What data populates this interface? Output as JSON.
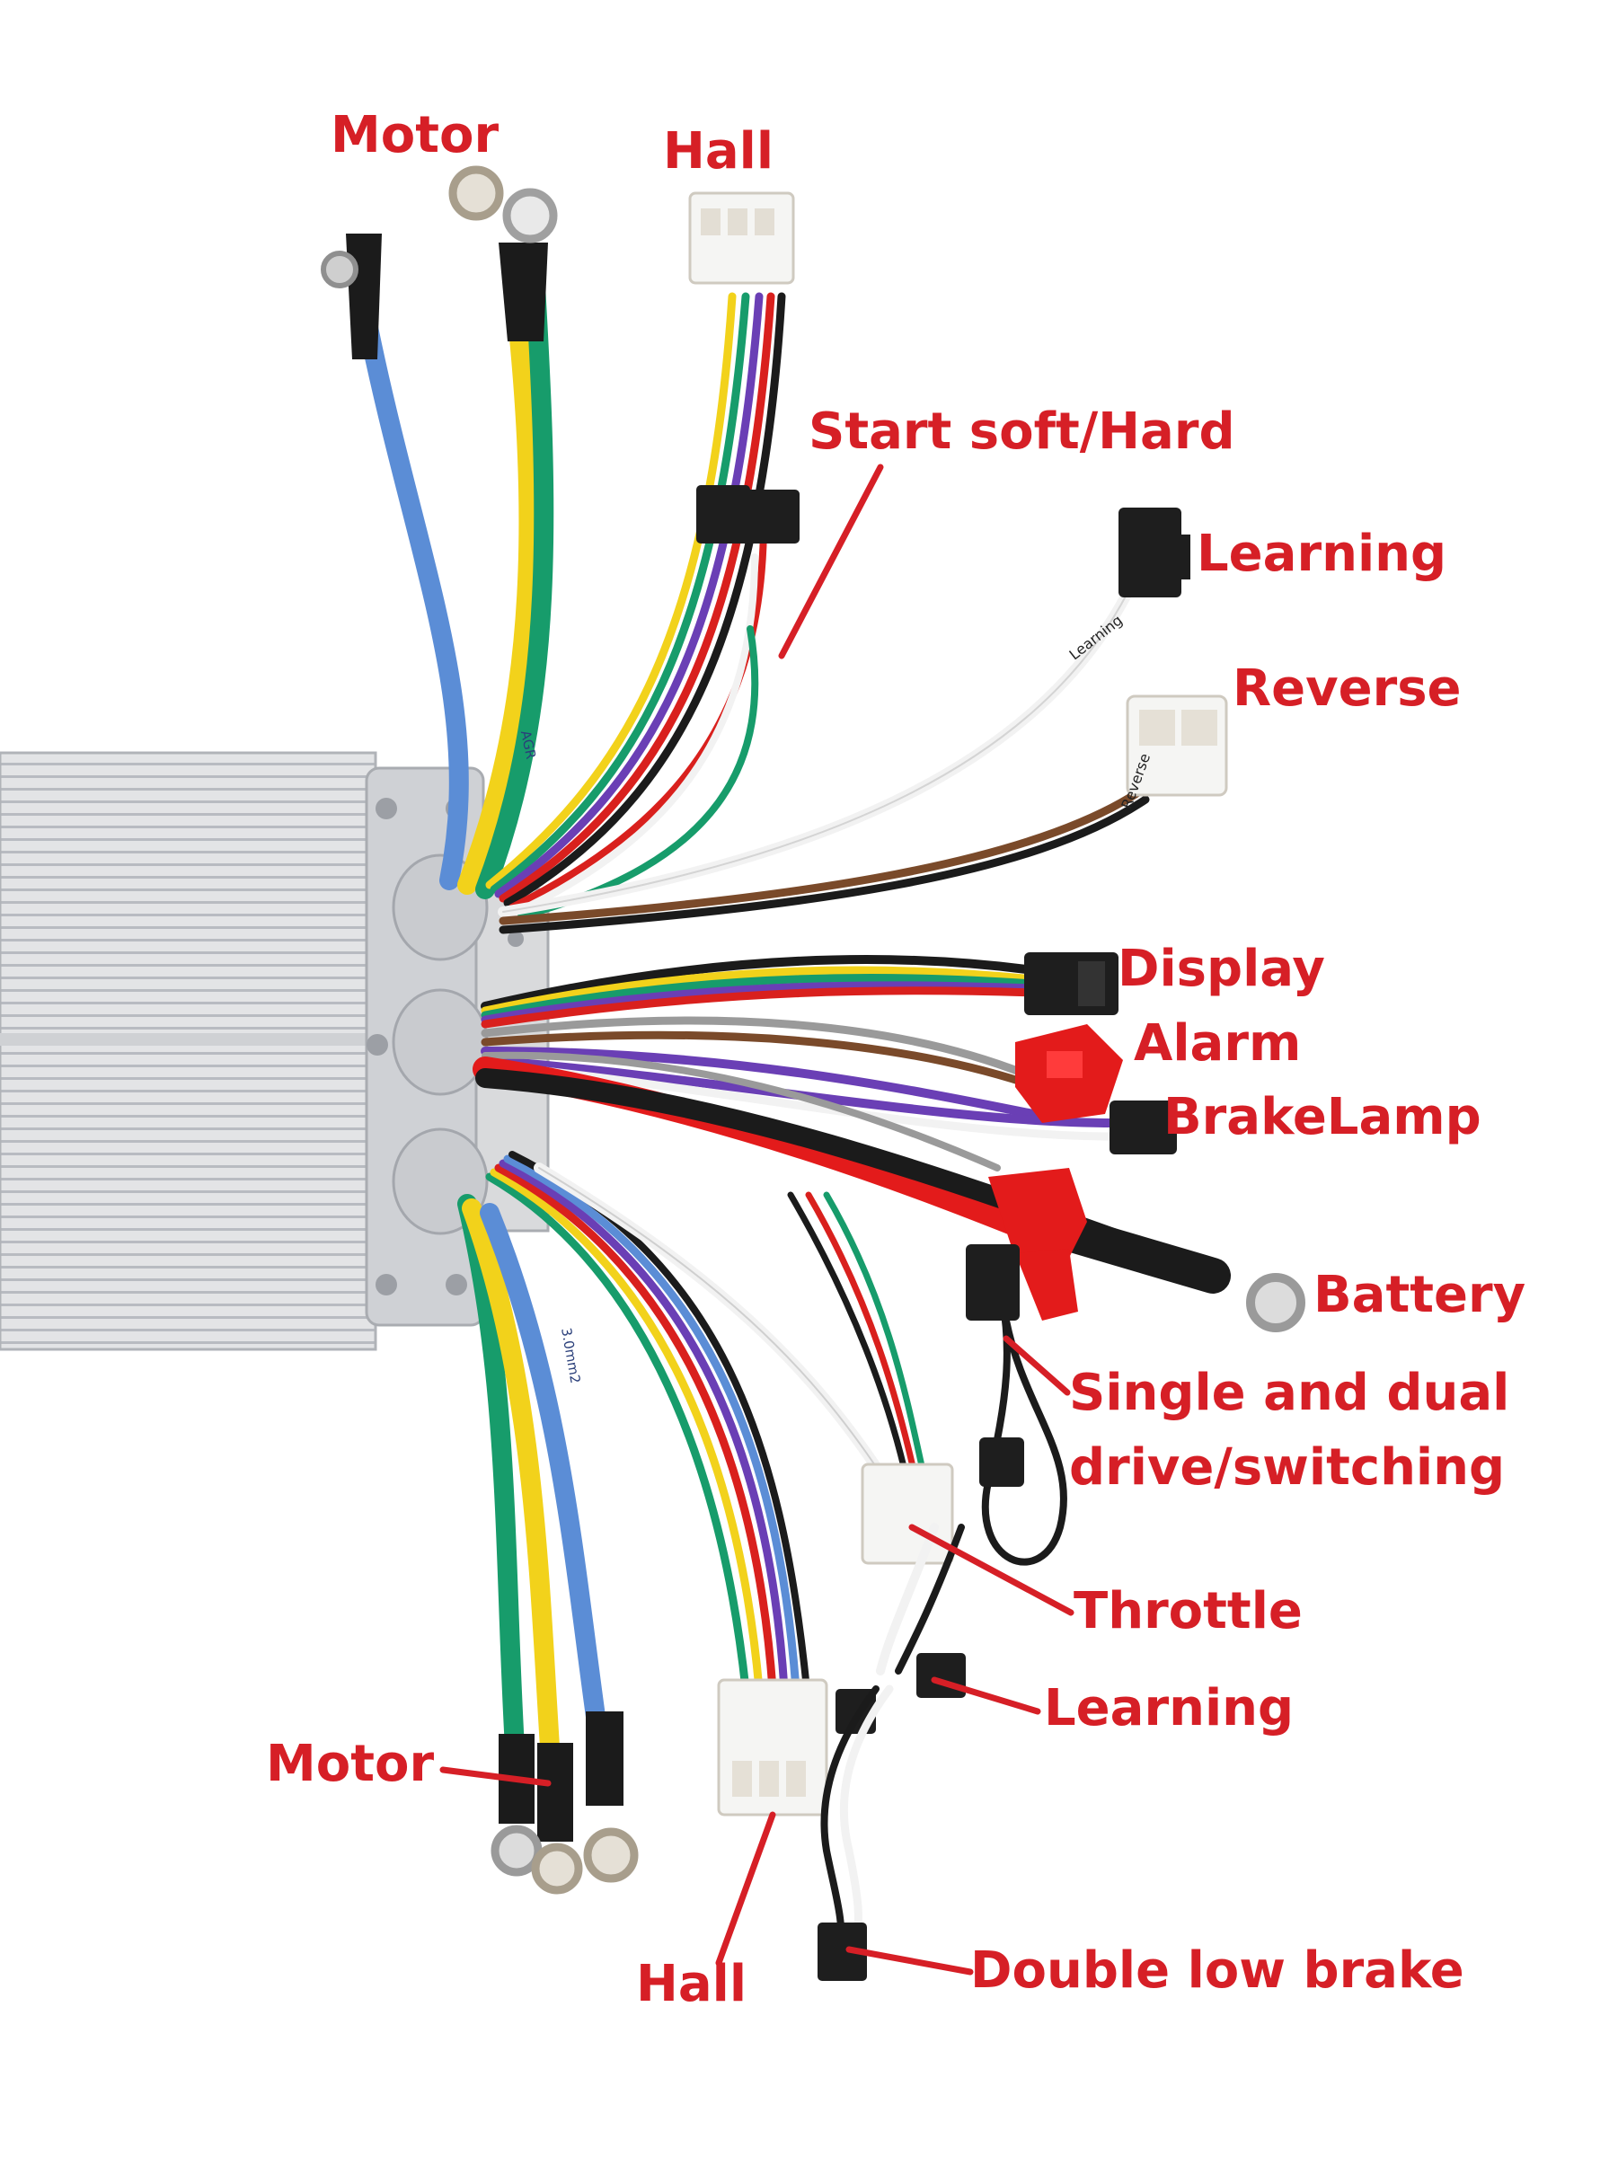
{
  "colors": {
    "label": "#d61f26",
    "housing": "#dcdde0",
    "fin_dark": "#b9bcc2",
    "yellow": "#f2d21b",
    "green": "#179c6b",
    "blue": "#5b8dd6",
    "red": "#d9201d",
    "black": "#1b1b1b",
    "white": "#f2f2f2",
    "purple": "#6a3fb5",
    "brown": "#7a4a2a",
    "grey": "#9a9a9a"
  },
  "icons": [
    "ring-terminal-icon",
    "connector-plug-icon",
    "heat-sink-icon"
  ],
  "labels": {
    "motor_top": "Motor",
    "hall_top": "Hall",
    "start_soft_hard": "Start soft/Hard",
    "learning_top": "Learning",
    "reverse": "Reverse",
    "display": "Display",
    "alarm": "Alarm",
    "brake_lamp": "BrakeLamp",
    "battery": "Battery",
    "single_dual_line1": "Single and dual",
    "single_dual_line2": "drive/switching",
    "throttle": "Throttle",
    "learning_bottom": "Learning",
    "motor_bottom": "Motor",
    "hall_bottom": "Hall",
    "double_low_brake": "Double low brake"
  },
  "wire_prints": {
    "learning_tag": "Learning",
    "reverse_tag": "Reverse",
    "gauge": "3.0mm2",
    "brand": "AGR"
  }
}
